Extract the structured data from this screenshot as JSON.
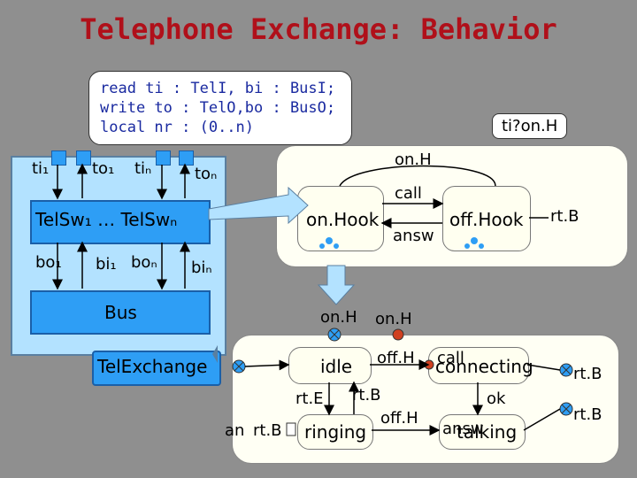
{
  "title": "Telephone Exchange: Behavior",
  "bubble": {
    "line1_kw": "read ",
    "line1_rest": "ti : TelI, bi : BusI;",
    "line2_kw": "write",
    "line2_rest": " to : TelO,bo : BusO;",
    "line3_kw": "local",
    "line3_rest": " nr : (0..n)"
  },
  "structure": {
    "ti1": "ti₁",
    "to1": "to₁",
    "tin": "tiₙ",
    "ton": "toₙ",
    "telsw": "TelSw₁ … TelSwₙ",
    "bo1": "bo₁",
    "bi1": "bi₁",
    "bon": "boₙ",
    "bin": "biₙ",
    "bus": "Bus",
    "exchange": "TelExchange"
  },
  "upper_sm": {
    "callout": "ti?on.H",
    "top_label": "on.H",
    "call_label": "call",
    "answ_label": "answ",
    "rtb_label": "rt.B",
    "onhook": "on.Hook",
    "offhook": "off.Hook"
  },
  "lower_sm": {
    "onh_left": "on.H",
    "onh_right": "on.H",
    "idle": "idle",
    "offh_top": "off.H",
    "call": "call",
    "connecting": "connecting",
    "rte": "rt.E",
    "rtb_mid": "rt.B",
    "ok": "ok",
    "an": "an",
    "rtb_left": "rt.B",
    "ringing": "ringing",
    "offh_bottom": "off.H",
    "answ": "answ",
    "talking": "talking",
    "rtb_right1": "rt.B",
    "rtb_right2": "rt.B"
  },
  "colors": {
    "title": "#b0101a",
    "keyword": "#1a2aa0",
    "panel": "#b3e2ff",
    "block": "#2e9ef5"
  }
}
